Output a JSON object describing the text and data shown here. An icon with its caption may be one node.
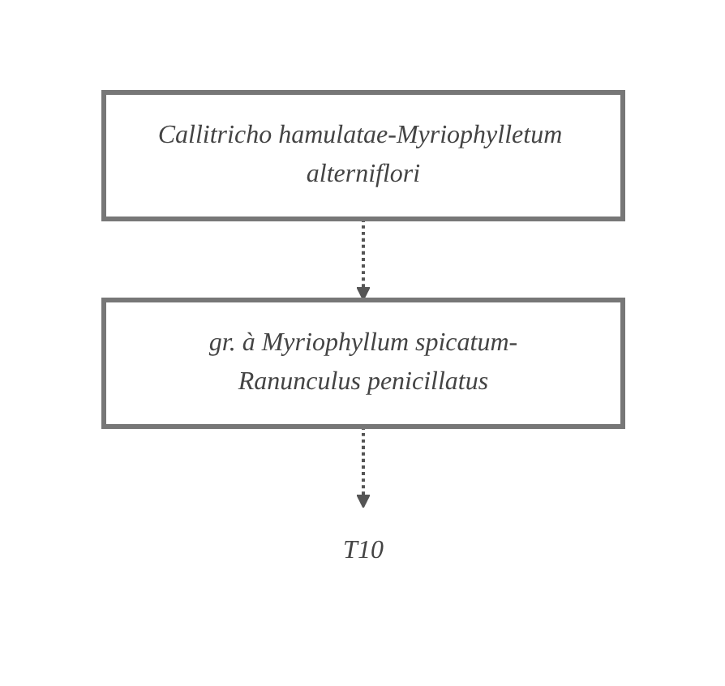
{
  "diagram": {
    "nodes": [
      {
        "text": [
          "Callitricho hamulatae-Myriophylletum alterniflori"
        ]
      },
      {
        "text": [
          "gr. à Myriophyllum spicatum-Ranunculus penicillatus"
        ]
      },
      {
        "text": [
          "T10"
        ]
      }
    ],
    "edges": [
      {
        "from": 0,
        "to": 1,
        "arrow": "to",
        "style": "dashed"
      },
      {
        "from": 1,
        "to": 2,
        "arrow": "to",
        "style": "dashed"
      }
    ]
  }
}
